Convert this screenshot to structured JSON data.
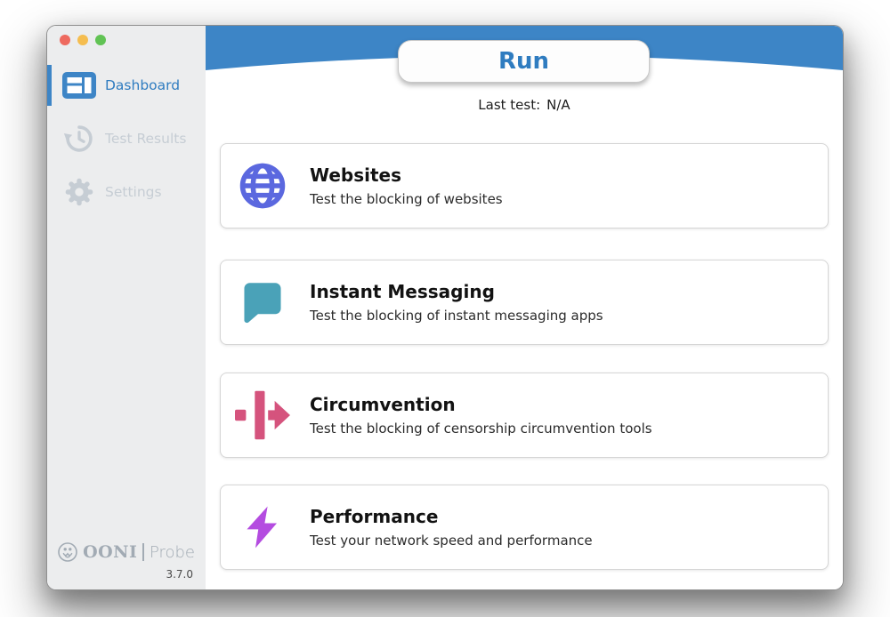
{
  "window": {
    "traffic_lights": [
      "close",
      "minimize",
      "zoom"
    ]
  },
  "sidebar": {
    "items": [
      {
        "label": "Dashboard",
        "icon": "dashboard-icon",
        "active": true
      },
      {
        "label": "Test Results",
        "icon": "history-icon",
        "active": false
      },
      {
        "label": "Settings",
        "icon": "gear-icon",
        "active": false
      }
    ],
    "logo": {
      "brand": "OONI",
      "product": "Probe"
    },
    "version": "3.7.0"
  },
  "header": {
    "run_label": "Run"
  },
  "status": {
    "last_test_label": "Last test:",
    "last_test_value": "N/A"
  },
  "cards": [
    {
      "title": "Websites",
      "description": "Test the blocking of websites",
      "icon": "globe-icon"
    },
    {
      "title": "Instant Messaging",
      "description": "Test the blocking of instant messaging apps",
      "icon": "chat-bubble-icon"
    },
    {
      "title": "Circumvention",
      "description": "Test the blocking of censorship circumvention tools",
      "icon": "circumvention-arrow-icon"
    },
    {
      "title": "Performance",
      "description": "Test your network speed and performance",
      "icon": "lightning-bolt-icon"
    }
  ],
  "colors": {
    "header_blue": "#3d85c6",
    "active_blue": "#2f7cc0",
    "inactive_gray": "#c6cdd4",
    "sidebar_bg": "#ecedee",
    "logo_gray": "#a2abb4",
    "tl_red": "#ee6a5f",
    "tl_yellow": "#f5bd4f",
    "tl_green": "#61c354",
    "globe": "#5b68df",
    "chat": "#4aa2b8",
    "circumvention": "#d5537d",
    "bolt": "#b44ce0"
  }
}
